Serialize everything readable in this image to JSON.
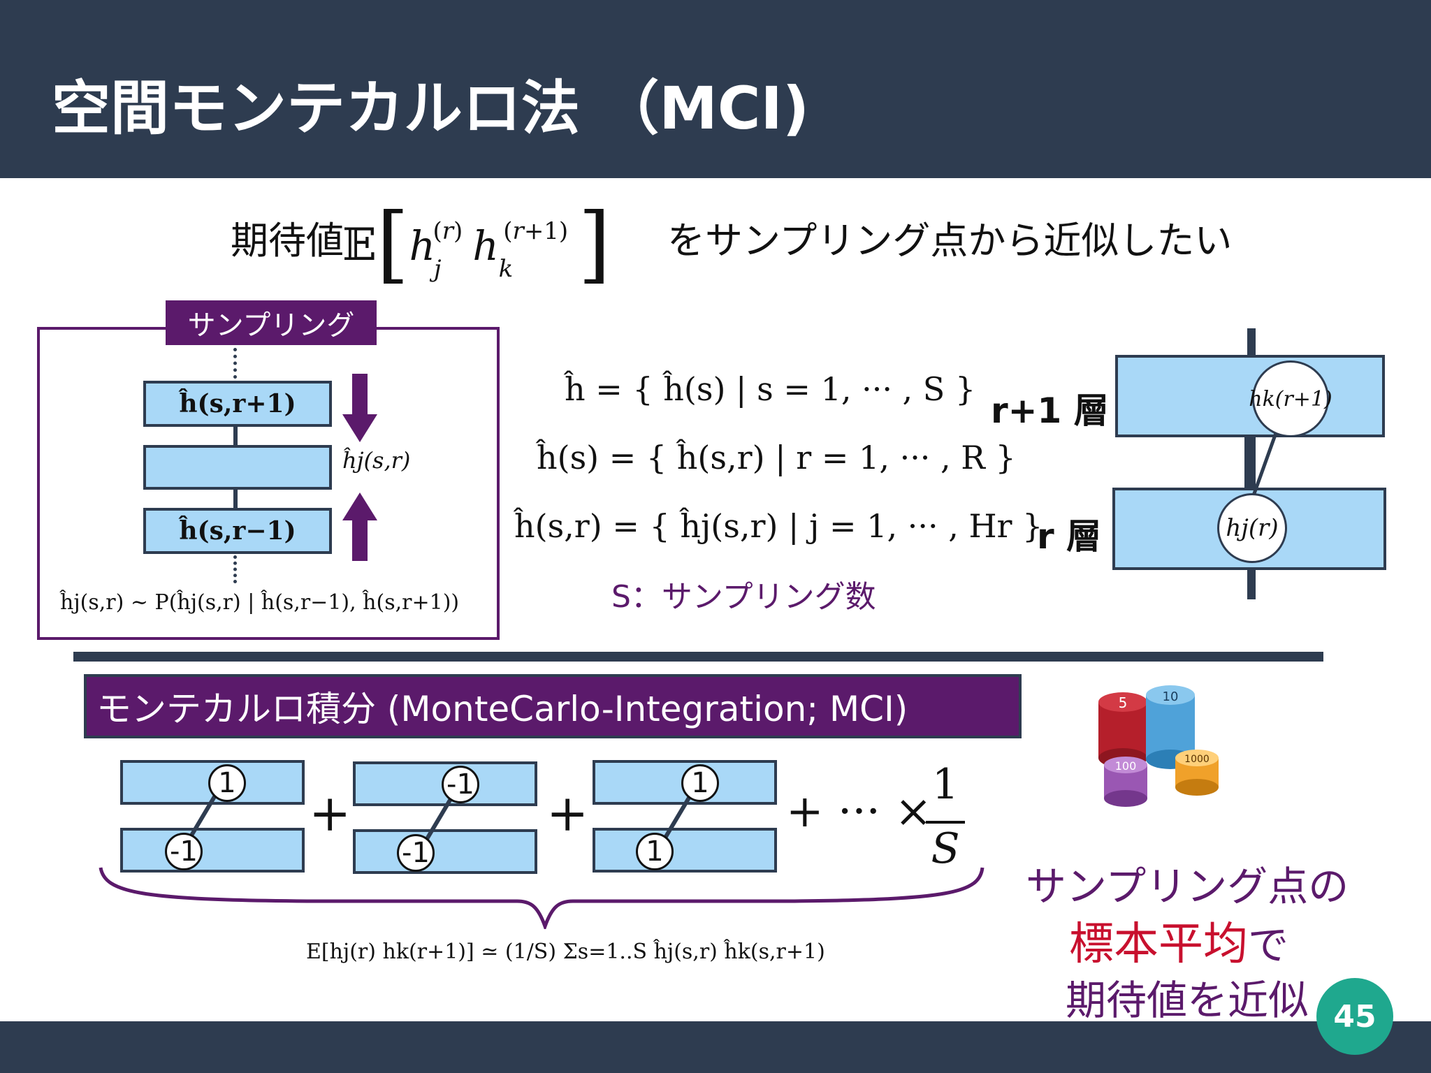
{
  "header": {
    "title": "空間モンテカルロ法 （MCI)"
  },
  "intro": {
    "prefix": "期待値",
    "suffix": "をサンプリング点から近似したい"
  },
  "sampling_panel": {
    "tab_label": "サンプリング",
    "top_layer": "ĥ(s,r+1)",
    "bottom_layer": "ĥ(s,r−1)",
    "unit_label": "ĥj(s,r)",
    "formula": "ĥj(s,r) ∼ P(ĥj(s,r) | ĥ(s,r−1), ĥ(s,r+1))"
  },
  "equations": {
    "eq1": "ĥ  =  { ĥ(s) | s = 1, ··· , S }",
    "eq2": "ĥ(s)  =  { ĥ(s,r) | r = 1, ··· , R }",
    "eq3": "ĥ(s,r)  =  { ĥj(s,r) | j = 1, ··· , Hr }",
    "s_note": "S：サンプリング数"
  },
  "layer_diagram": {
    "upper_label": "r+1 層",
    "lower_label": "r 層",
    "upper_unit": "hk(r+1)",
    "lower_unit": "hj(r)"
  },
  "mci": {
    "banner": "モンテカルロ積分 (MonteCarlo-Integration; MCI)",
    "pairs": [
      {
        "top": "1",
        "bottom": "-1"
      },
      {
        "top": "-1",
        "bottom": "-1"
      },
      {
        "top": "1",
        "bottom": "1"
      }
    ],
    "plus": "+",
    "ellipsis": "+ ··· ×",
    "frac_num": "1",
    "frac_den": "S",
    "estimate_formula": "E[hj(r) hk(r+1)] ≃ (1/S) Σs=1..S ĥj(s,r) ĥk(s,r+1)"
  },
  "note": {
    "line1": "サンプリング点の",
    "line2_red": "標本平均",
    "line2_tail": "で",
    "line3": "期待値を近似"
  },
  "chips": [
    "5",
    "10",
    "100",
    "1000"
  ],
  "page_number": "45",
  "colors": {
    "navy": "#2e3c50",
    "purple": "#5b1a6b",
    "box_blue": "#a9d8f7",
    "teal": "#1fa88e",
    "red": "#c8102e"
  }
}
